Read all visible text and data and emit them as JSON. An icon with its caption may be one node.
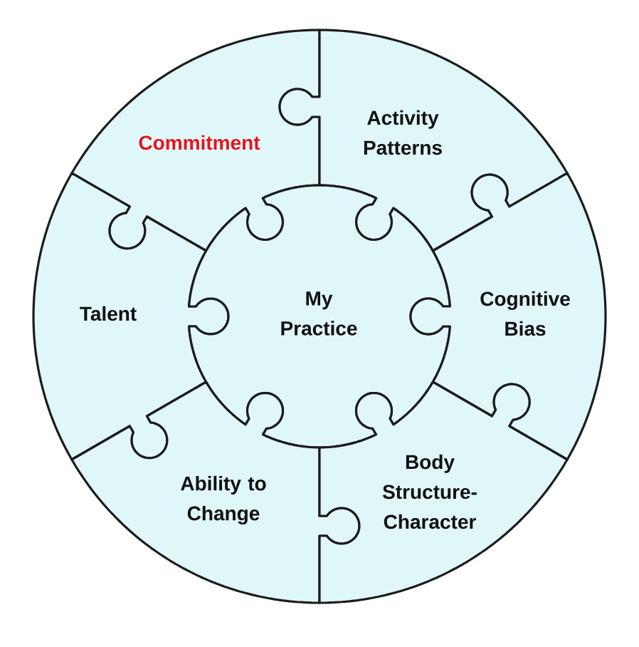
{
  "diagram": {
    "nodes": [
      {
        "text": [
          "Commitment"
        ]
      },
      {
        "text": [
          "Activity Patterns"
        ]
      },
      {
        "text": [
          "Talent"
        ]
      },
      {
        "text": [
          "My Practice"
        ]
      },
      {
        "text": [
          "Cognitive Bias"
        ]
      },
      {
        "text": [
          "Ability to Change"
        ]
      },
      {
        "text": [
          "Body Structure-Character"
        ]
      }
    ]
  }
}
